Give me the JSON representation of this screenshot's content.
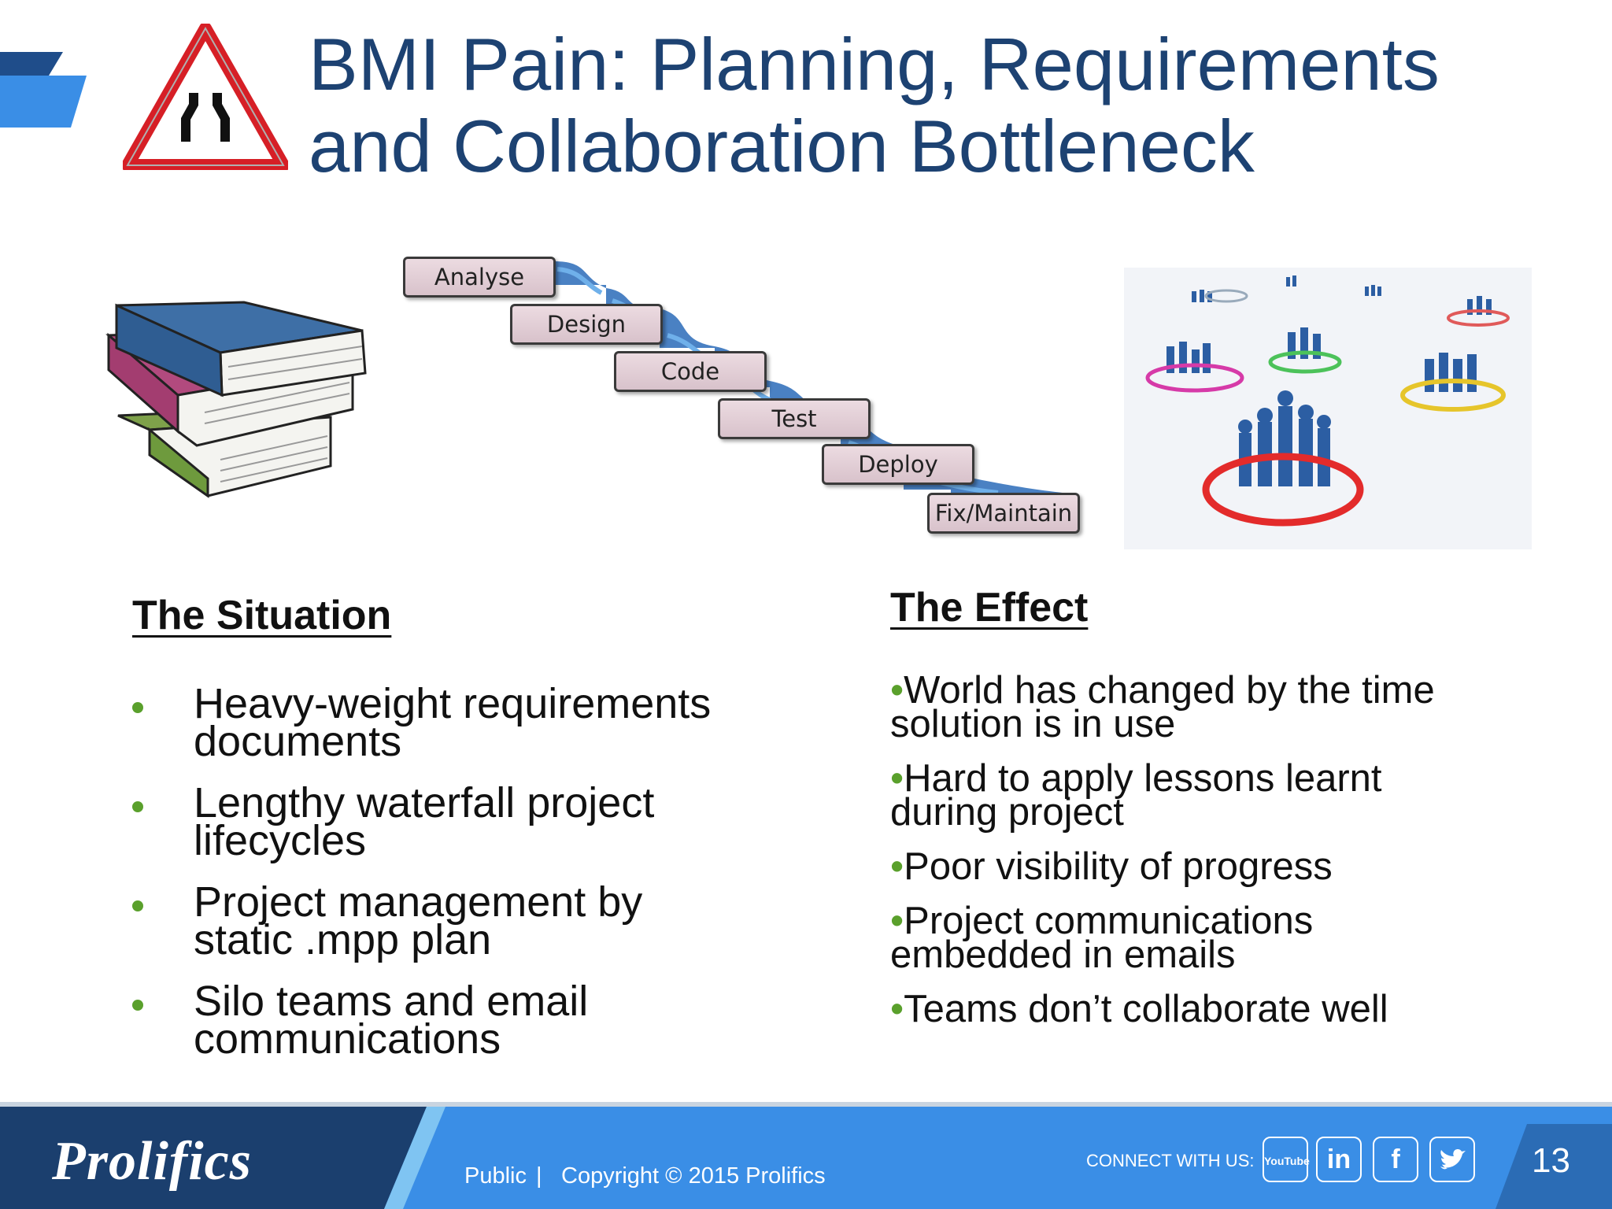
{
  "slide": {
    "title_line1": "BMI Pain: Planning, Requirements",
    "title_line2": "and Collaboration Bottleneck"
  },
  "waterfall": {
    "steps": [
      "Analyse",
      "Design",
      "Code",
      "Test",
      "Deploy",
      "Fix/Maintain"
    ]
  },
  "situation": {
    "heading": "The Situation",
    "items": [
      {
        "line1": "Heavy-weight requirements",
        "line2": "documents"
      },
      {
        "line1": "Lengthy waterfall project",
        "line2": "lifecycles"
      },
      {
        "line1": "Project management by",
        "line2": "static .mpp plan"
      },
      {
        "line1": "Silo teams and email",
        "line2": "communications"
      }
    ]
  },
  "effect": {
    "heading": "The Effect",
    "items": [
      {
        "line1": "World has changed by the time",
        "line2": "solution is in use"
      },
      {
        "line1": "Hard to apply lessons learnt",
        "line2": "during project"
      },
      {
        "line1": "Poor visibility of progress",
        "line2": ""
      },
      {
        "line1": "Project communications",
        "line2": "embedded in emails"
      },
      {
        "line1": "Teams don’t collaborate well",
        "line2": ""
      }
    ]
  },
  "footer": {
    "brand": "Prolifics",
    "classification": "Public",
    "separator": "|",
    "copyright": "Copyright © 2015 Prolifics",
    "connect_label": "CONNECT WITH US:",
    "social": [
      "YouTube",
      "in",
      "f",
      "twitter"
    ],
    "page_number": "13"
  },
  "colors": {
    "title": "#1d4272",
    "bullet": "#5aa02c",
    "footer_bg": "#3a8ee6",
    "footer_dark": "#1b3f6e"
  }
}
